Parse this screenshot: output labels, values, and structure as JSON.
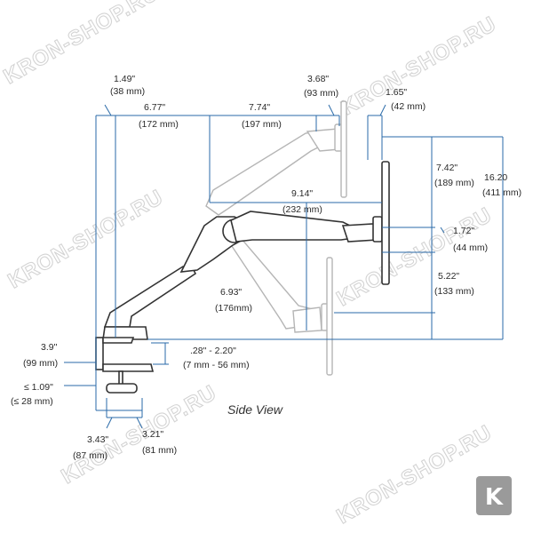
{
  "view_label": "Side View",
  "watermark": "KRON-SHOP.RU",
  "badge_letter": "K",
  "colors": {
    "dimension_line": "#2a6aa8",
    "arm_stroke": "#333333",
    "ghost_stroke": "#b5b5b5",
    "badge_bg": "#9a9a9a"
  },
  "dimensions": {
    "top_offset": {
      "inch": "1.49\"",
      "mm": "(38 mm)"
    },
    "arm_base": {
      "inch": "6.77\"",
      "mm": "(172 mm)"
    },
    "arm_upper": {
      "inch": "7.74\"",
      "mm": "(197 mm)"
    },
    "head_width": {
      "inch": "3.68\"",
      "mm": "(93 mm)"
    },
    "head_depth": {
      "inch": "1.65\"",
      "mm": "(42 mm)"
    },
    "upper_rise": {
      "inch": "7.42\"",
      "mm": "(189 mm)"
    },
    "total_height": {
      "inch": "16.20",
      "mm": "(411 mm)"
    },
    "extension": {
      "inch": "9.14\"",
      "mm": "(232 mm)"
    },
    "tilt_offset": {
      "inch": "1.72\"",
      "mm": "(44 mm)"
    },
    "lower_drop": {
      "inch": "5.22\"",
      "mm": "(133 mm)"
    },
    "pole_height": {
      "inch": "6.93\"",
      "mm": "(176mm)"
    },
    "base_height": {
      "inch": "3.9\"",
      "mm": "(99 mm)"
    },
    "desk_thickness": {
      "inch": ".28\" - 2.20\"",
      "mm": "(7 mm - 56 mm)"
    },
    "clamp_gap": {
      "inch": "≤ 1.09\"",
      "mm": "(≤ 28 mm)"
    },
    "clamp_depth": {
      "inch": "3.43\"",
      "mm": "(87 mm)"
    },
    "clamp_width": {
      "inch": "3.21\"",
      "mm": "(81 mm)"
    }
  }
}
